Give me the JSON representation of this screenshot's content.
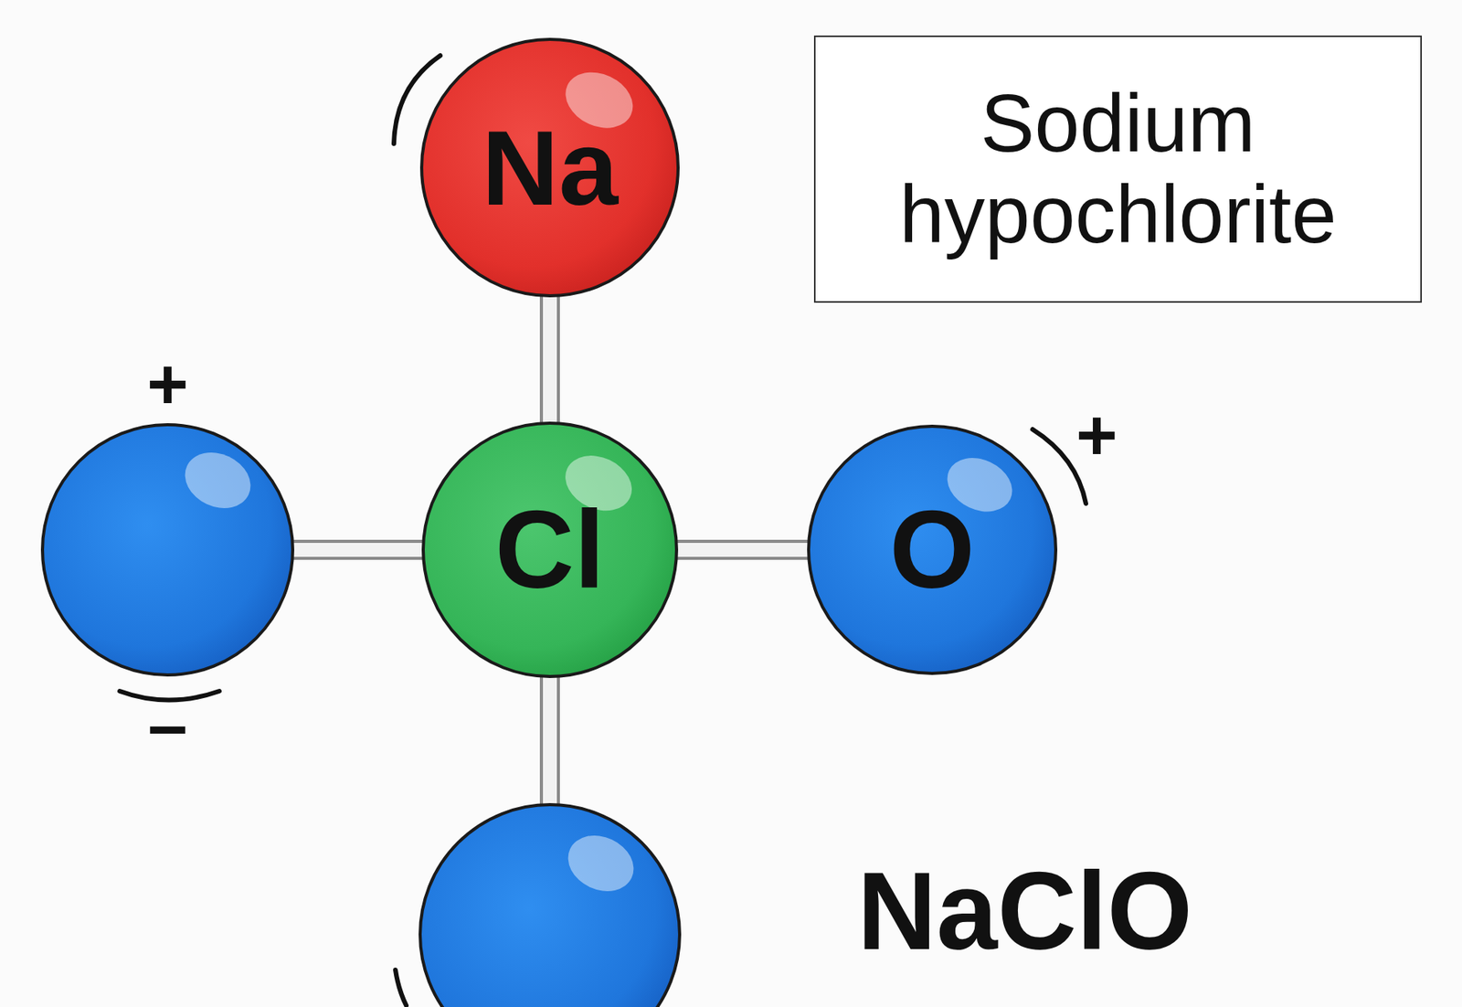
{
  "diagram": {
    "nodes": [
      {
        "text": [
          "Na"
        ]
      },
      {
        "text": [
          "Sodium hypochlorite"
        ]
      },
      {
        "text": [
          "Cl"
        ]
      },
      {
        "text": [
          "O"
        ]
      }
    ],
    "edges": [
      {
        "from": 0,
        "to": 2,
        "arrow": "none"
      },
      {
        "from": 2,
        "to": 3,
        "arrow": "none"
      }
    ],
    "labels": [
      "+",
      "+",
      "–",
      "NaClO"
    ]
  }
}
